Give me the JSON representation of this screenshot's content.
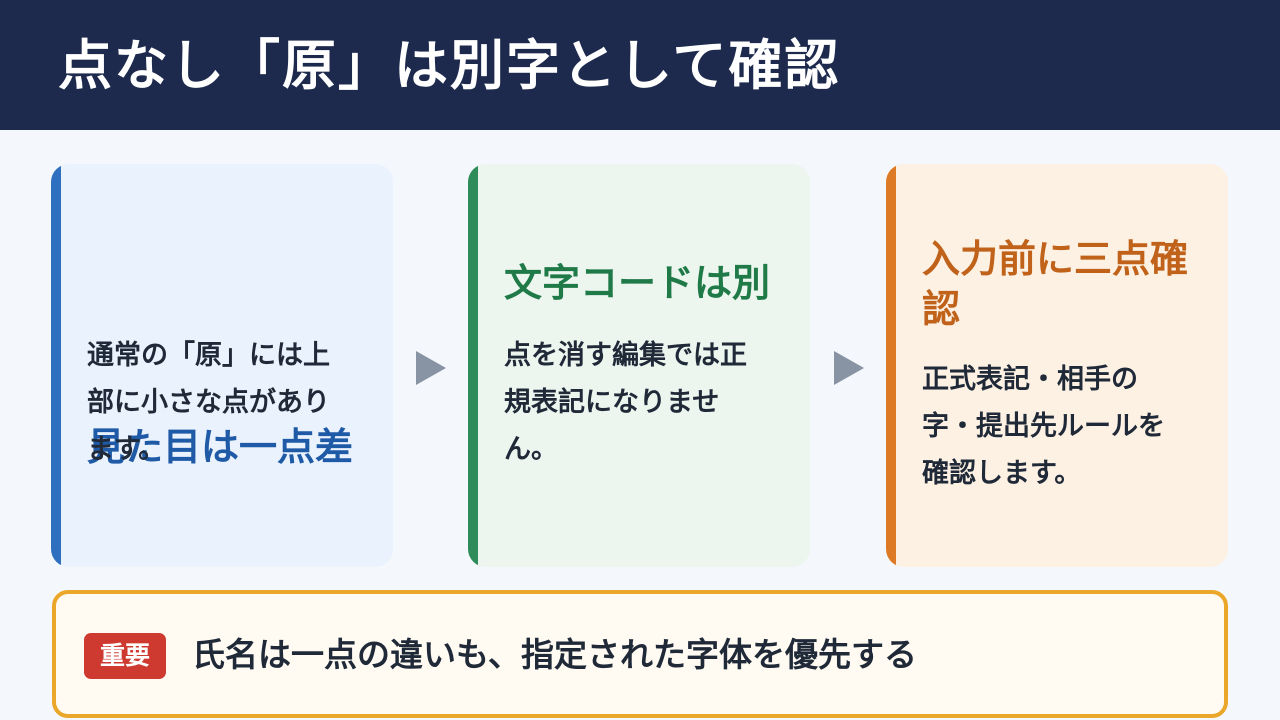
{
  "header": {
    "title": "点なし「原」は別字として確認"
  },
  "cards": [
    {
      "title": "見た目は一点差",
      "body": "通常の「原」には上部に小さな点があります。"
    },
    {
      "title": "文字コードは別",
      "body": "点を消す編集では正規表記になりません。"
    },
    {
      "title": "入力前に三点確認",
      "body": "正式表記・相手の字・提出先ルールを確認します。"
    }
  ],
  "note": {
    "badge": "重要",
    "text": "氏名は一点の違いも、指定された字体を優先する"
  },
  "colors": {
    "header_bg": "#1d2a4d",
    "card1_accent": "#2f6fc0",
    "card2_accent": "#2e8b5a",
    "card3_accent": "#dd7a26",
    "note_border": "#eba72a",
    "badge_bg": "#cf3a30"
  },
  "icons": {
    "step_arrow": "triangle-right-icon"
  }
}
